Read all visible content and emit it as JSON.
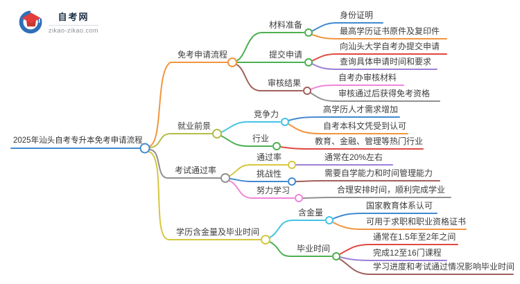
{
  "logo": {
    "title": "自考网",
    "domain": "zikao-zikao.com"
  },
  "palette": {
    "blue": "#4189cf",
    "orange": "#f2953e",
    "green": "#4caf50",
    "brown": "#a05f5b",
    "red": "#e04840",
    "purple": "#9b7ed8",
    "pink": "#ef85d8",
    "gray": "#909090",
    "cyan": "#41c4e6",
    "olive": "#b5bd4a",
    "yellow": "#d7c63e",
    "logo_red": "#e23c3c",
    "logo_red_dark": "#c7382f",
    "logo_blue": "#2f6fb8",
    "logo_text": "#1c2f45",
    "logo_domain_text": "#8a8f96"
  },
  "mindmap": {
    "root": {
      "label": "2025年汕头自考专升本免考申请流程",
      "color": "blue"
    },
    "branches": [
      {
        "label": "免考申请流程",
        "color": "orange",
        "children": [
          {
            "label": "材料准备",
            "color": "green",
            "children": [
              {
                "label": "身份证明",
                "color": "blue"
              },
              {
                "label": "最高学历证书原件及复印件",
                "color": "orange"
              }
            ]
          },
          {
            "label": "提交申请",
            "color": "green",
            "children": [
              {
                "label": "向汕头大学自考办提交申请",
                "color": "red"
              },
              {
                "label": "查询具体申请时间和要求",
                "color": "purple"
              }
            ]
          },
          {
            "label": "审核结果",
            "color": "brown",
            "children": [
              {
                "label": "自考办审核材料",
                "color": "pink"
              },
              {
                "label": "审核通过后获得免考资格",
                "color": "gray"
              }
            ]
          }
        ]
      },
      {
        "label": "就业前景",
        "color": "olive",
        "children": [
          {
            "label": "竞争力",
            "color": "cyan",
            "children": [
              {
                "label": "高学历人才需求增加",
                "color": "blue"
              },
              {
                "label": "自考本科文凭受到认可",
                "color": "orange"
              }
            ]
          },
          {
            "label": "行业",
            "color": "green",
            "children": [
              {
                "label": "教育、金融、管理等热门行业",
                "color": "red"
              }
            ]
          }
        ]
      },
      {
        "label": "考试通过率",
        "color": "gray",
        "children": [
          {
            "label": "通过率",
            "color": "yellow",
            "children": [
              {
                "label": "通常在20%左右",
                "color": "purple"
              }
            ]
          },
          {
            "label": "挑战性",
            "color": "blue",
            "children": [
              {
                "label": "需要自学能力和时间管理能力",
                "color": "brown"
              }
            ]
          },
          {
            "label": "努力学习",
            "color": "pink",
            "children": [
              {
                "label": "合理安排时间，顺利完成学业",
                "color": "gray"
              }
            ]
          }
        ]
      },
      {
        "label": "学历含金量及毕业时间",
        "color": "yellow",
        "children": [
          {
            "label": "含金量",
            "color": "cyan",
            "children": [
              {
                "label": "国家教育体系认可",
                "color": "blue"
              },
              {
                "label": "可用于求职和职业资格证书",
                "color": "orange"
              }
            ]
          },
          {
            "label": "毕业时间",
            "color": "green",
            "children": [
              {
                "label": "通常在1.5年至2年之间",
                "color": "red"
              },
              {
                "label": "完成12至16门课程",
                "color": "purple"
              },
              {
                "label": "学习进度和考试通过情况影响毕业时间",
                "color": "brown"
              }
            ]
          }
        ]
      }
    ]
  }
}
